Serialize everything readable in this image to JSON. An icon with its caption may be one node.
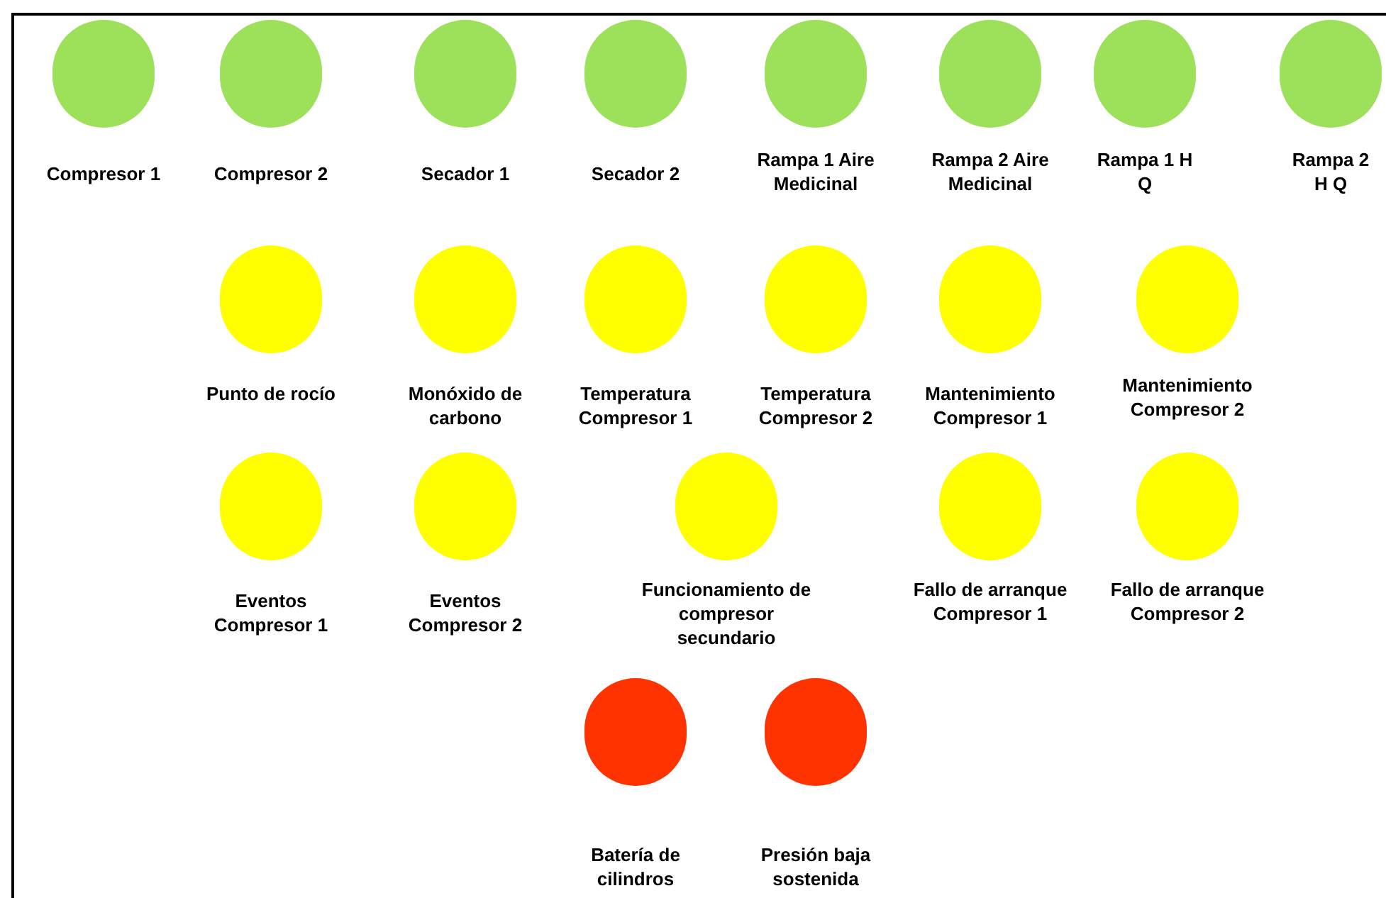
{
  "diagram": {
    "nodes": [
      {
        "text": [
          "Compresor 1"
        ]
      },
      {
        "text": [
          "Compresor 2"
        ]
      },
      {
        "text": [
          "Secador 1"
        ]
      },
      {
        "text": [
          "Secador 2"
        ]
      },
      {
        "text": [
          "Rampa 1 Aire Medicinal"
        ]
      },
      {
        "text": [
          "Rampa 2 Aire Medicinal"
        ]
      },
      {
        "text": [
          "Rampa 1 H Q"
        ]
      },
      {
        "text": [
          "Rampa 2 H Q"
        ]
      },
      {
        "text": [
          "Punto de rocío"
        ]
      },
      {
        "text": [
          "Monóxido de carbono"
        ]
      },
      {
        "text": [
          "Temperatura Compresor 1"
        ]
      },
      {
        "text": [
          "Temperatura Compresor 2"
        ]
      },
      {
        "text": [
          "Mantenimiento Compresor 1"
        ]
      },
      {
        "text": [
          "Mantenimiento Compresor 2"
        ]
      },
      {
        "text": [
          "Eventos Compresor 1"
        ]
      },
      {
        "text": [
          "Eventos Compresor 2"
        ]
      },
      {
        "text": [
          "Funcionamiento de compresor secundario"
        ]
      },
      {
        "text": [
          "Fallo de arranque Compresor 1"
        ]
      },
      {
        "text": [
          "Fallo de arranque Compresor 2"
        ]
      },
      {
        "text": [
          "Batería de cilindros"
        ]
      },
      {
        "text": [
          "Presión baja sostenida"
        ]
      }
    ]
  }
}
